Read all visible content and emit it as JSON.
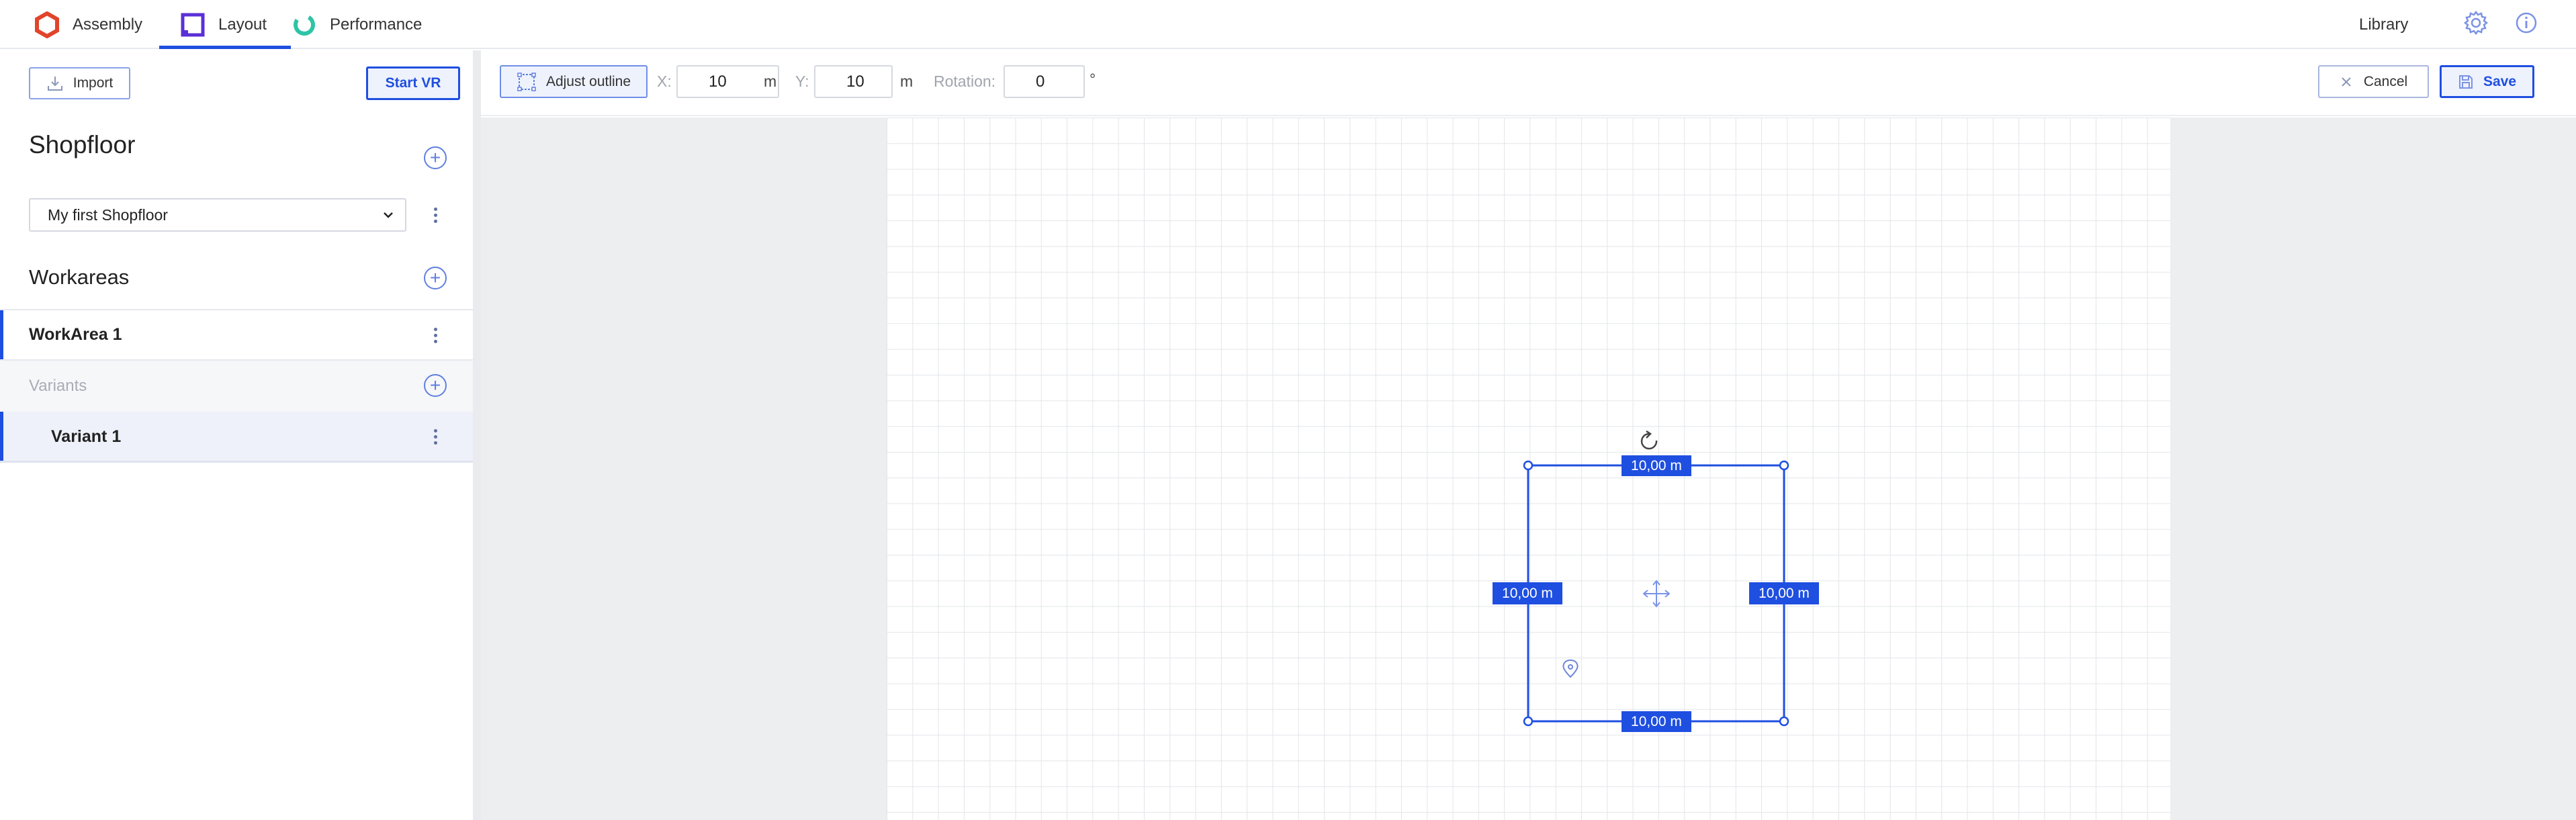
{
  "nav": {
    "tabs": [
      {
        "label": "Assembly",
        "icon": "assembly-hex-icon"
      },
      {
        "label": "Layout",
        "icon": "layout-square-icon",
        "active": true
      },
      {
        "label": "Performance",
        "icon": "performance-ring-icon"
      }
    ],
    "library_label": "Library"
  },
  "sidebar": {
    "import_label": "Import",
    "start_vr_label": "Start VR",
    "shopfloor_title": "Shopfloor",
    "shopfloor_selected": "My first Shopfloor",
    "workareas_title": "Workareas",
    "workareas": [
      {
        "label": "WorkArea 1"
      }
    ],
    "variants_title": "Variants",
    "variants": [
      {
        "label": "Variant 1"
      }
    ]
  },
  "toolbar": {
    "adjust_outline_label": "Adjust outline",
    "x_label": "X:",
    "x_value": "10",
    "x_unit": "m",
    "y_label": "Y:",
    "y_value": "10",
    "y_unit": "m",
    "rotation_label": "Rotation:",
    "rotation_value": "0",
    "rotation_unit": "°",
    "cancel_label": "Cancel",
    "save_label": "Save"
  },
  "canvas": {
    "dimension_top": "10,00 m",
    "dimension_bottom": "10,00 m",
    "dimension_left": "10,00 m",
    "dimension_right": "10,00 m"
  },
  "colors": {
    "accent": "#1f4fe0",
    "assembly": "#e2442b",
    "layout": "#5a2fd6",
    "performance": "#2ec4a6"
  }
}
